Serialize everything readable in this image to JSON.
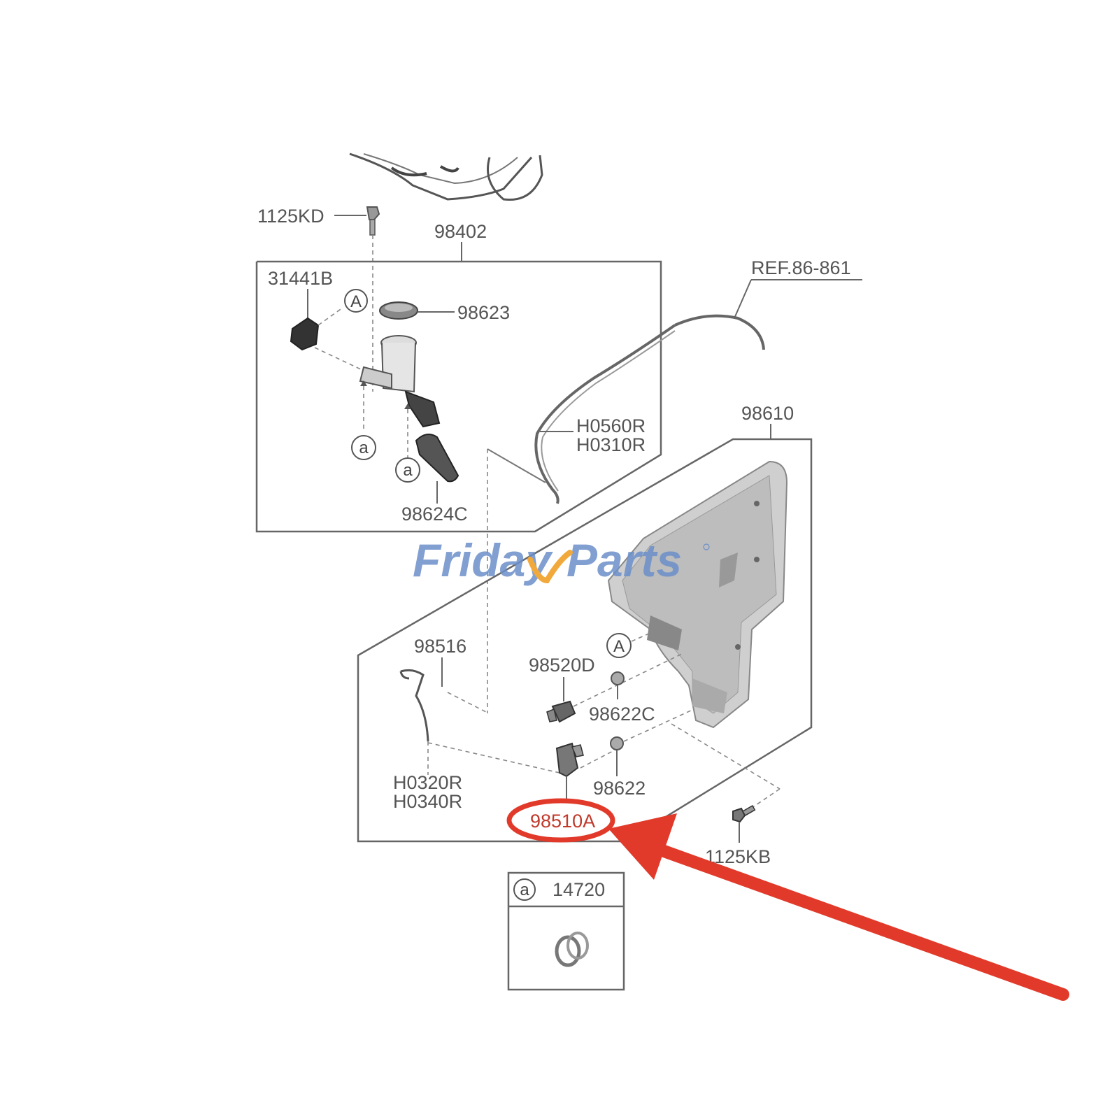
{
  "watermark": {
    "part1": "Friday",
    "part2": "Parts"
  },
  "labels": {
    "bolt_top": "1125KD",
    "assembly_top": "98402",
    "connector": "31441B",
    "cap": "98623",
    "ref": "REF.86-861",
    "hose_upper_1": "H0560R",
    "hose_upper_2": "H0310R",
    "neck_seal": "98624C",
    "reservoir_assembly": "98610",
    "hose_sensor": "98516",
    "pump_front": "98520D",
    "grommet_c": "98622C",
    "grommet": "98622",
    "hose_lower_1": "H0320R",
    "hose_lower_2": "H0340R",
    "highlighted_part": "98510A",
    "bolt_bottom": "1125KB",
    "legend_part": "14720"
  },
  "markers": {
    "big_a": "A",
    "small_a": "a"
  },
  "colors": {
    "highlight": "#e23a2a",
    "watermark_blue": "#6b8fc9",
    "watermark_orange": "#f2a93b"
  }
}
